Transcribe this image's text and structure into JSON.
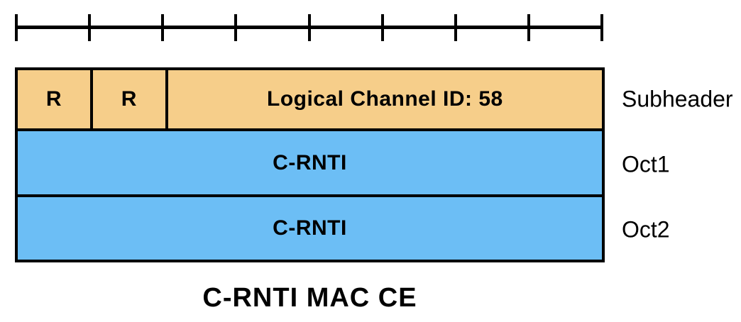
{
  "diagram": {
    "title": "C-RNTI MAC CE",
    "bit_ruler": {
      "segments": 8
    },
    "subheader_row": {
      "side_label": "Subheader",
      "cells": [
        {
          "text": "R",
          "bits": 1
        },
        {
          "text": "R",
          "bits": 1
        },
        {
          "text": "Logical Channel ID: 58",
          "bits": 6
        }
      ]
    },
    "octet_rows": [
      {
        "side_label": "Oct1",
        "text": "C-RNTI"
      },
      {
        "side_label": "Oct2",
        "text": "C-RNTI"
      }
    ],
    "colors": {
      "subheader_fill": "#F6CE8A",
      "octet_fill": "#6CBEF5",
      "line": "#000000"
    }
  }
}
